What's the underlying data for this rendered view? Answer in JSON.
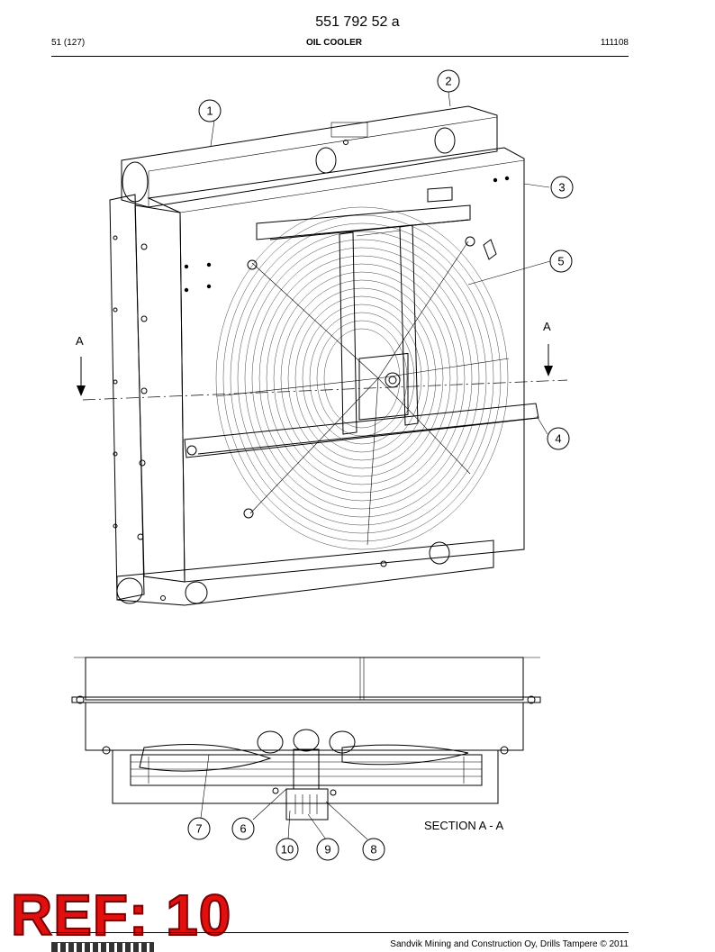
{
  "header": {
    "doc_number": "551 792 52 a",
    "page": "51 (127)",
    "title": "OIL COOLER",
    "date_code": "111108"
  },
  "callouts": [
    "1",
    "2",
    "3",
    "4",
    "5",
    "6",
    "7",
    "8",
    "9",
    "10"
  ],
  "section_marks": {
    "left": "A",
    "right": "A"
  },
  "section_label": "SECTION A - A",
  "ref_stamp": "REF: 10",
  "footer": {
    "copyright": "Sandvik Mining and Construction Oy, Drills Tampere © 2011"
  }
}
